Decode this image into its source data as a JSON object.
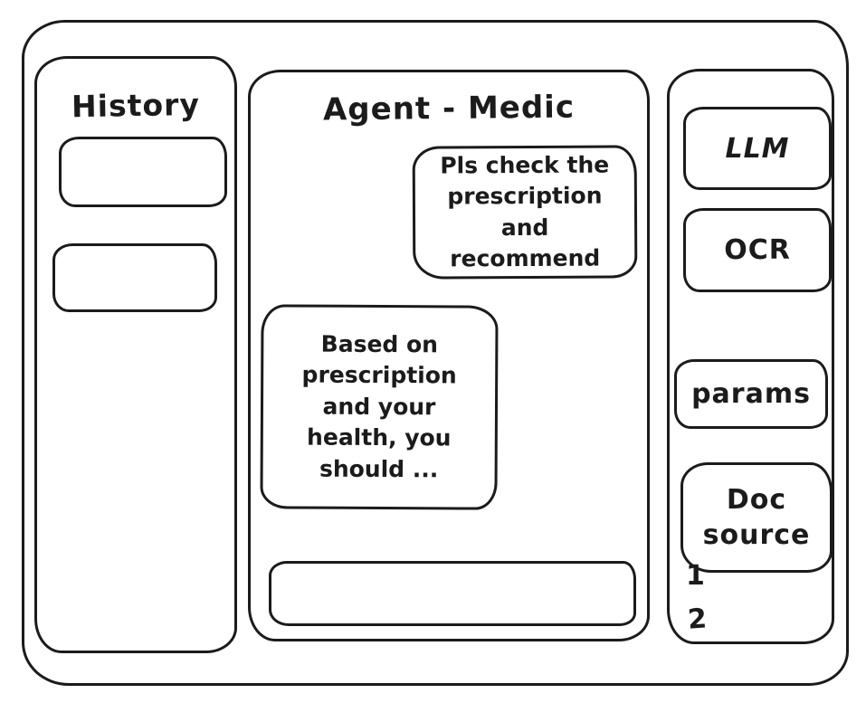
{
  "app": {
    "title": "Agent - Medic"
  },
  "colors": {
    "stroke": "#1b1b1b",
    "background": "#ffffff"
  },
  "history_sidebar": {
    "title": "History",
    "items": [
      {
        "label": ""
      },
      {
        "label": ""
      }
    ]
  },
  "chat": {
    "title": "Agent - Medic",
    "messages": [
      {
        "role": "user",
        "text": "Pls check the prescription and recommend"
      },
      {
        "role": "agent",
        "text": "Based on prescription and your health, you should ..."
      }
    ],
    "input": {
      "value": ""
    }
  },
  "tools_sidebar": {
    "buttons": [
      {
        "label": "LLM"
      },
      {
        "label": "OCR"
      },
      {
        "label": "params"
      },
      {
        "label": "Doc source"
      }
    ],
    "doc_list": [
      "1",
      "2"
    ]
  }
}
